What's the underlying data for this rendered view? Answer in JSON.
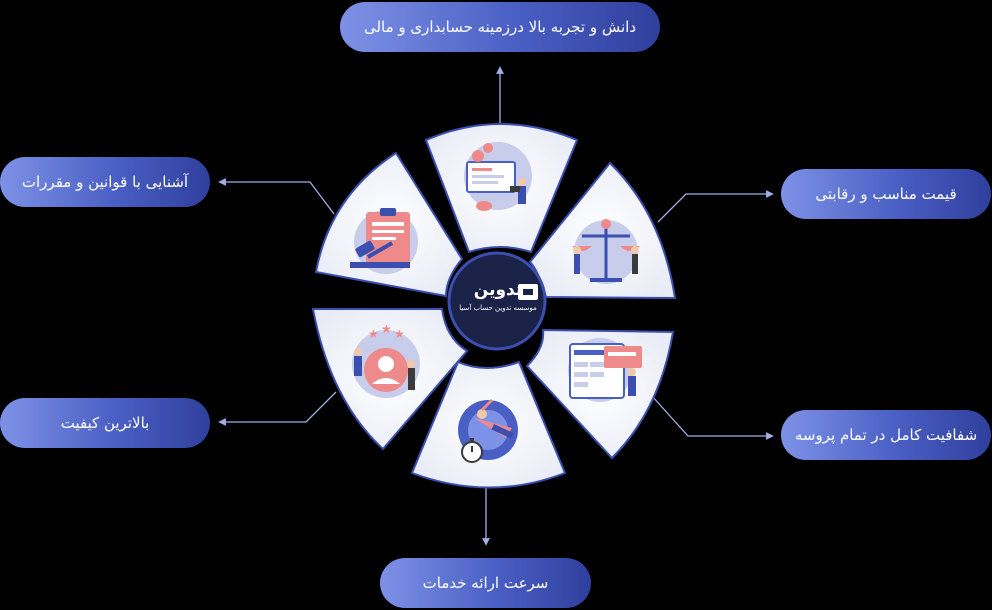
{
  "center": {
    "brand": "تدوین",
    "subtitle": "موسسه تدوین حساب آسیا"
  },
  "features": [
    {
      "id": "top",
      "label": "دانش و تجربه بالا درزمینه حسابداری و مالی",
      "icon": "finance-laptop-icon"
    },
    {
      "id": "top-right",
      "label": "قیمت مناسب و رقابتی",
      "icon": "balance-scale-icon"
    },
    {
      "id": "bottom-right",
      "label": "شفافیت کامل در تمام پروسه",
      "icon": "dashboard-report-icon"
    },
    {
      "id": "bottom",
      "label": "سرعت ارائه خدمات",
      "icon": "stopwatch-speed-icon"
    },
    {
      "id": "bottom-left",
      "label": "بالاترین کیفیت",
      "icon": "rating-stars-icon"
    },
    {
      "id": "top-left",
      "label": "آشنایی با قوانین و مقررات",
      "icon": "law-gavel-icon"
    }
  ],
  "colors": {
    "background": "#000000",
    "petal": "#ffffff",
    "petal_border": "#3a4fb0",
    "center": "#1a2347",
    "pill_light": "#7d92e6",
    "pill_dark": "#2f3f9c",
    "connector": "#9fb0e6"
  }
}
